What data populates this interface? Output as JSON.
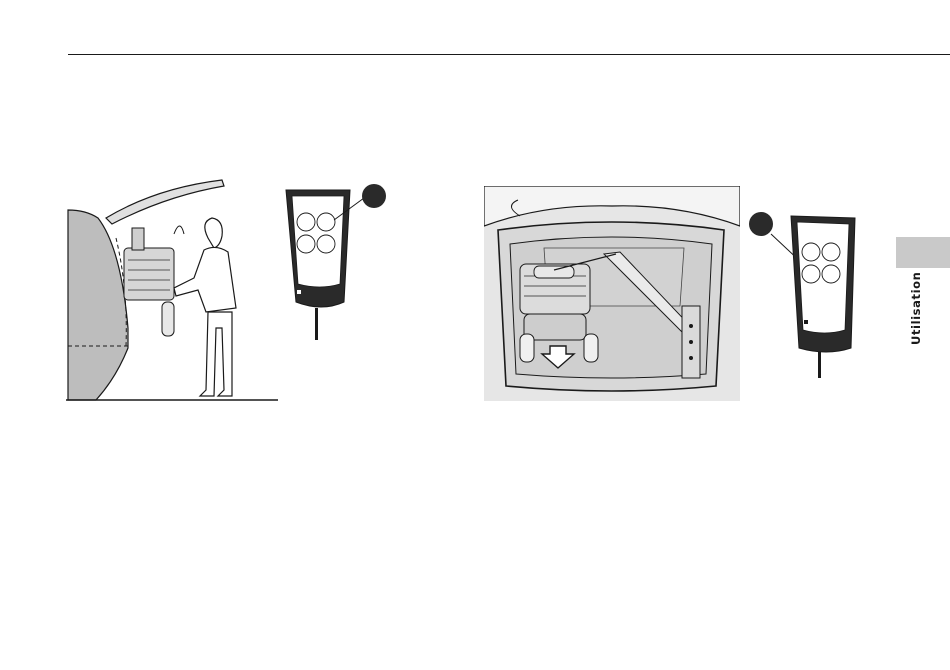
{
  "side_tab": {
    "label": "Utilisation"
  },
  "figures": {
    "left_scene": {
      "icon": "person-loading-wheelchair-into-car"
    },
    "left_remote": {
      "icon": "hoist-remote-control",
      "callout_count": 1
    },
    "right_scene": {
      "icon": "wheelchair-in-trunk-with-hoist",
      "arrow": "down"
    },
    "right_remote": {
      "icon": "hoist-remote-control",
      "callout_count": 1
    }
  },
  "colors": {
    "ink": "#1a1a1a",
    "tab": "#c9c9c9",
    "photo_bg": "#e6e6e6",
    "remote_body": "#2a2a2a"
  }
}
